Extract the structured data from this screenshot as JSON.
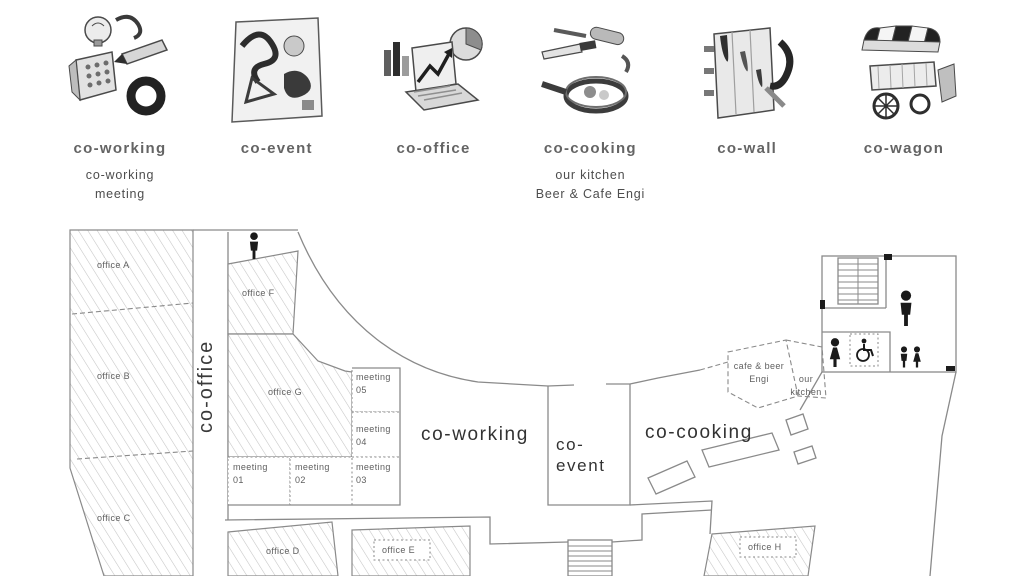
{
  "legend": {
    "items": [
      {
        "id": "co-working",
        "label": "co-working",
        "sub": "co-working\nmeeting"
      },
      {
        "id": "co-event",
        "label": "co-event",
        "sub": ""
      },
      {
        "id": "co-office",
        "label": "co-office",
        "sub": ""
      },
      {
        "id": "co-cooking",
        "label": "co-cooking",
        "sub": "our kitchen\nBeer & Cafe Engi"
      },
      {
        "id": "co-wall",
        "label": "co-wall",
        "sub": ""
      },
      {
        "id": "co-wagon",
        "label": "co-wagon",
        "sub": ""
      }
    ]
  },
  "plan": {
    "rooms": {
      "office_a": "office A",
      "office_b": "office B",
      "office_c": "office C",
      "office_d": "office D",
      "office_e": "office E",
      "office_f": "office F",
      "office_g": "office G",
      "office_h": "office H",
      "meeting_01": "meeting\n01",
      "meeting_02": "meeting\n02",
      "meeting_03": "meeting\n03",
      "meeting_04": "meeting\n04",
      "meeting_05": "meeting\n05",
      "co_office": "co-office",
      "co_working": "co-working",
      "co_event": "co-\nevent",
      "co_cooking": "co-cooking",
      "cafe_beer": "cafe & beer\nEngi",
      "our_kitchen": "our\nkitchen"
    },
    "colors": {
      "outline": "#8a8a8a",
      "hatch": "#c4c4c4",
      "label": "#5f5f5f",
      "big_label": "#323232",
      "pictogram": "#1a1a1a"
    }
  }
}
